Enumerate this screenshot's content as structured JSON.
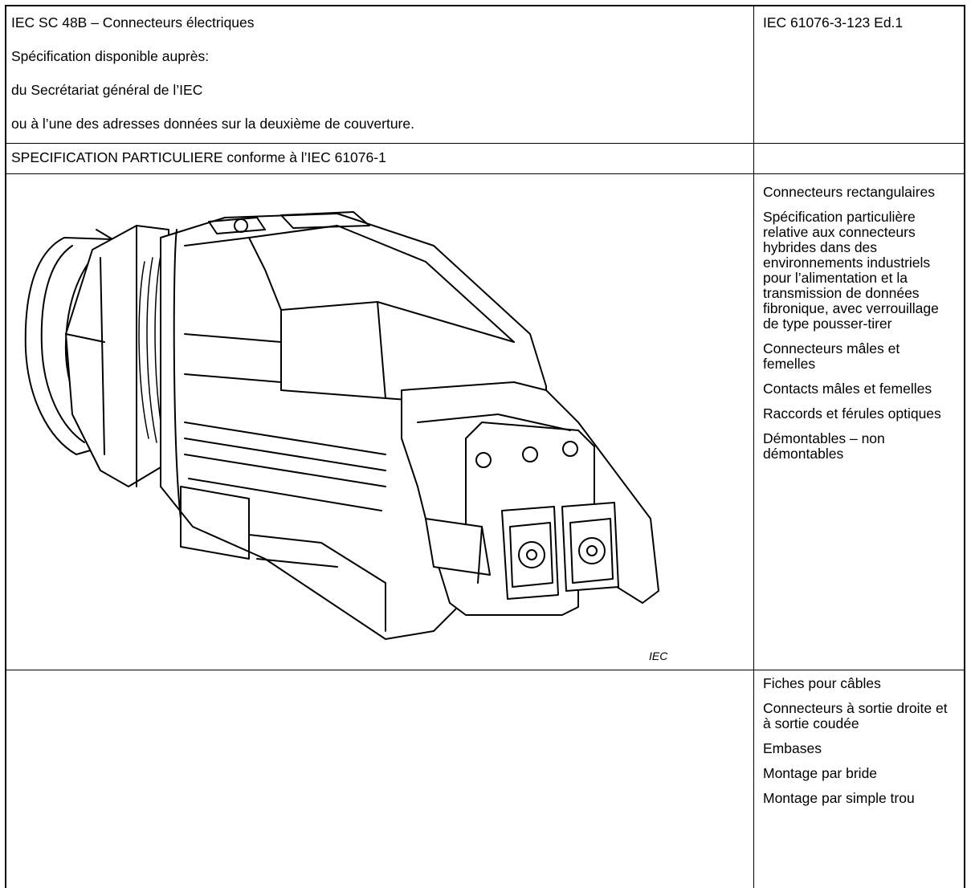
{
  "header": {
    "lines": [
      "IEC SC 48B – Connecteurs électriques",
      "Spécification disponible auprès:",
      "du Secrétariat général de l’IEC",
      "ou à l’une des adresses données sur la deuxième de couverture."
    ],
    "reference": "IEC 61076-3-123 Ed.1"
  },
  "spec_title": "SPECIFICATION PARTICULIERE conforme à l’IEC 61076-1",
  "right_panel": {
    "section1": [
      "Connecteurs rectangulaires",
      "Spécification particulière relative aux connecteurs hybrides dans des environnements industriels pour l’alimentation et la transmission de données fibronique, avec verrouillage de type pousser-tirer",
      "Connecteurs mâles et femelles",
      "Contacts mâles et femelles",
      "Raccords et férules optiques",
      "Démontables – non démontables"
    ],
    "section2": [
      "Fiches pour câbles",
      "Connecteurs à sortie droite et à sortie coudée",
      "Embases",
      "Montage par bride",
      "Montage par simple trou"
    ]
  },
  "figure": {
    "caption": "IEC"
  }
}
